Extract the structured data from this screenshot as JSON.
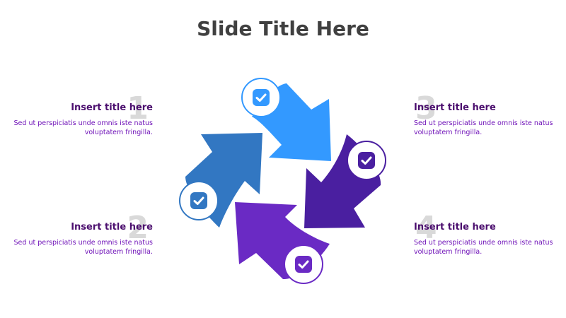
{
  "title": "Slide Title Here",
  "steps": [
    {
      "num": "1",
      "title": "Insert title here",
      "desc": "Sed ut perspiciatis unde omnis iste natus voluptatem fringilla."
    },
    {
      "num": "2",
      "title": "Insert title here",
      "desc": "Sed ut perspiciatis unde omnis iste natus voluptatem fringilla."
    },
    {
      "num": "3",
      "title": "Insert title here",
      "desc": "Sed ut perspiciatis unde omnis iste natus voluptatem fringilla."
    },
    {
      "num": "4",
      "title": "Insert title here",
      "desc": "Sed ut perspiciatis unde omnis iste natus voluptatem fringilla."
    }
  ],
  "colors": {
    "arrow_top": "#3399ff",
    "arrow_right": "#4a1fa0",
    "arrow_bottom": "#6a2ac4",
    "arrow_left": "#3277c2"
  },
  "icons": [
    "check-icon",
    "check-icon",
    "check-icon",
    "check-icon"
  ]
}
